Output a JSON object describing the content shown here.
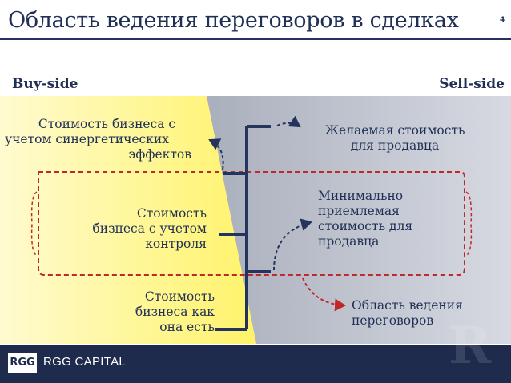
{
  "slide": {
    "title": "Область ведения переговоров в сделках",
    "page_number": "4"
  },
  "labels": {
    "buy_side": "Buy-side",
    "sell_side": "Sell-side"
  },
  "buy_side": {
    "synergy": [
      "Стоимость бизнеса с",
      "учетом синергетических",
      "эффектов"
    ],
    "control": [
      "Стоимость",
      "бизнеса с учетом",
      "контроля"
    ],
    "as_is": [
      "Стоимость",
      "бизнеса как",
      "она есть"
    ]
  },
  "sell_side": {
    "desired": [
      "Желаемая стоимость",
      "для продавца"
    ],
    "minimum": [
      "Минимально",
      "приемлемая",
      "стоимость для",
      "продавца"
    ],
    "negotiation_area": [
      "Область ведения",
      "переговоров"
    ]
  },
  "colors": {
    "navy": "#24345c",
    "accent_red": "#c0282b",
    "yellow_left": "#fff36a",
    "gray_right": "#9aa0ad"
  },
  "footer": {
    "logo_mark": "RGG",
    "brand": "RGG CAPITAL"
  }
}
